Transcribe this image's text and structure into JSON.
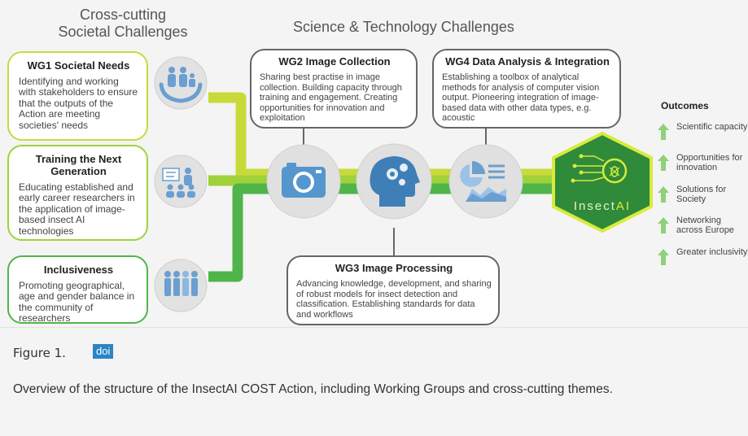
{
  "headers": {
    "cross_line1": "Cross-cutting",
    "cross_line2": "Societal Challenges",
    "science": "Science & Technology Challenges"
  },
  "left_boxes": [
    {
      "title": "WG1 Societal Needs",
      "body": "Identifying and working with stakeholders to ensure that the outputs of the Action are meeting societies' needs"
    },
    {
      "title": "Training the Next Generation",
      "body": "Educating established and early career researchers in the application of image-based insect AI technologies"
    },
    {
      "title": "Inclusiveness",
      "body": "Promoting geographical, age and gender balance in the community of researchers"
    }
  ],
  "wg_boxes": {
    "wg2": {
      "title": "WG2 Image Collection",
      "body": "Sharing best practise in image collection. Building capacity through training and engagement. Creating opportunities for innovation and exploitation"
    },
    "wg4": {
      "title": "WG4 Data Analysis & Integration",
      "body": "Establishing a toolbox of analytical methods for analysis of computer vision output. Pioneering integration of image-based data with other data types, e.g. acoustic"
    },
    "wg3": {
      "title": "WG3 Image Processing",
      "body": "Advancing knowledge, development, and sharing of robust models for insect detection and classification. Establishing standards for data and workflows"
    }
  },
  "logo": {
    "prefix": "Insect",
    "suffix": "AI"
  },
  "outcomes": {
    "title": "Outcomes",
    "items": [
      "Scientific capacity",
      "Opportunities for innovation",
      "Solutions for Society",
      "Networking across Europe",
      "Greater inclusivity"
    ]
  },
  "colors": {
    "lime": "#c8da3a",
    "light_green": "#9fd23a",
    "green": "#4fb54a",
    "outcome_arrow": "#8fd07a",
    "doi_badge": "#2a84c6",
    "icon_blue": "#6a9fd0"
  },
  "caption": {
    "label": "Figure 1.",
    "doi": "doi",
    "text": "Overview of the structure of the InsectAI COST Action, including Working Groups and cross-cutting themes."
  }
}
